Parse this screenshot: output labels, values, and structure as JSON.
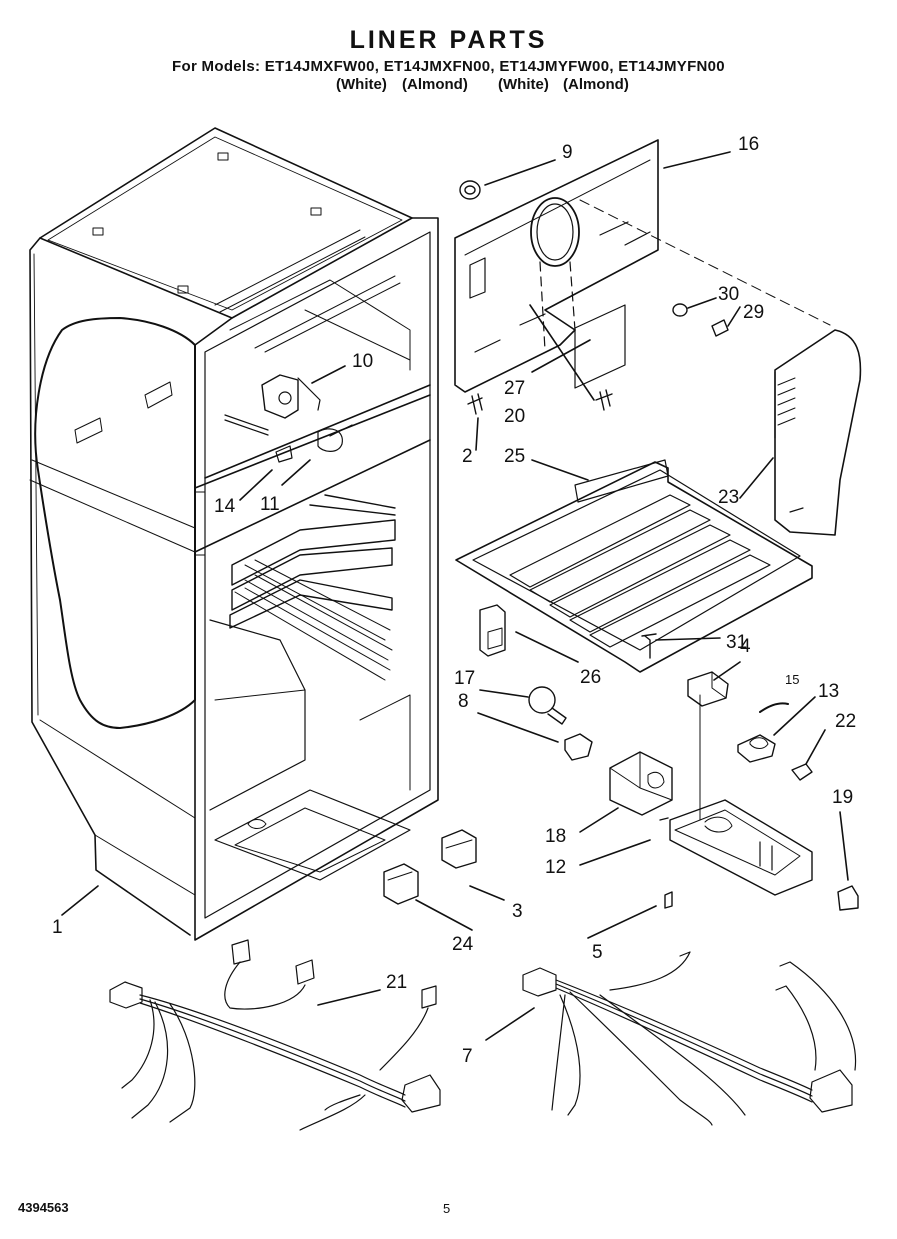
{
  "header": {
    "title": "LINER PARTS",
    "models": "For Models: ET14JMXFW00, ET14JMXFN00, ET14JMYFW00, ET14JMYFN00",
    "colors": [
      "(White)",
      "(Almond)",
      "(White)",
      "(Almond)"
    ]
  },
  "callouts": [
    "1",
    "2",
    "3",
    "4",
    "5",
    "7",
    "8",
    "9",
    "10",
    "11",
    "12",
    "13",
    "14",
    "15",
    "16",
    "17",
    "18",
    "19",
    "20",
    "21",
    "22",
    "23",
    "24",
    "25",
    "26",
    "27",
    "29",
    "30",
    "31"
  ],
  "footer": {
    "doc_number": "4394563",
    "page": "5"
  },
  "colors": {
    "ink": "#111111",
    "paper": "#ffffff"
  }
}
